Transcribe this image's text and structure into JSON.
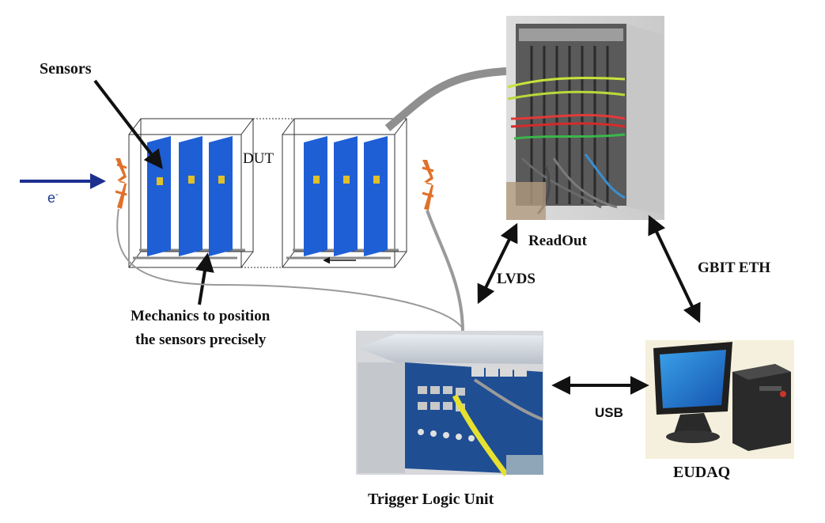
{
  "labels": {
    "sensors": "Sensors",
    "dut": "DUT",
    "beam": "e",
    "beam_sup": "-",
    "mechanics_line1": "Mechanics to position",
    "mechanics_line2": "the sensors precisely",
    "readout": "ReadOut",
    "lvds": "LVDS",
    "gbit_eth": "GBIT ETH",
    "usb": "USB",
    "eudaq": "EUDAQ",
    "trigger_logic_unit": "Trigger Logic Unit"
  },
  "colors": {
    "sensor_blue": "#1f5fd6",
    "sensor_pad": "#e0c02a",
    "beam_arrow": "#1d2f8f",
    "scintillator": "#e0702a",
    "cable_gray": "#8a8a8a"
  },
  "icons": [
    "readout-crate-photo",
    "trigger-logic-unit-photo",
    "eudaq-computer-icon",
    "scintillator-icon"
  ]
}
